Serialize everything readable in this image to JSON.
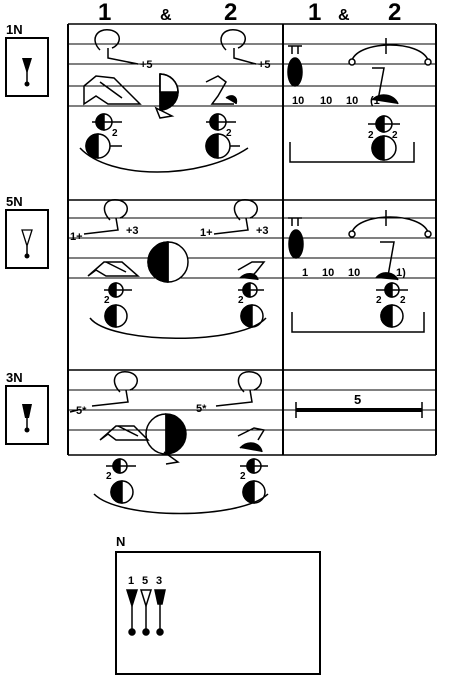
{
  "header": {
    "beat1": "1",
    "amp": "&",
    "beat2": "2",
    "beat1b": "1",
    "ampb": "&",
    "beat2b": "2"
  },
  "rows": [
    {
      "id": "1N",
      "label": "1N",
      "left_marks": [
        "+5",
        "+5"
      ],
      "frac_labels": [
        "2",
        "2"
      ],
      "right_seq": [
        "10",
        "10",
        "10",
        "(1"
      ],
      "right_frac": [
        "2",
        "2"
      ]
    },
    {
      "id": "5N",
      "label": "5N",
      "left_marks": [
        "1+",
        "+3",
        "1+",
        "+3"
      ],
      "frac_labels": [
        "2",
        "2"
      ],
      "right_seq": [
        "1",
        "10",
        "10",
        "1)"
      ],
      "right_frac": [
        "2",
        "2"
      ]
    },
    {
      "id": "3N",
      "label": "3N",
      "left_marks": [
        "5*",
        "5*"
      ],
      "frac_labels": [
        "2",
        "2"
      ],
      "right_duration": "5"
    }
  ],
  "legend": {
    "title": "N",
    "pins": [
      "1",
      "5",
      "3"
    ]
  }
}
